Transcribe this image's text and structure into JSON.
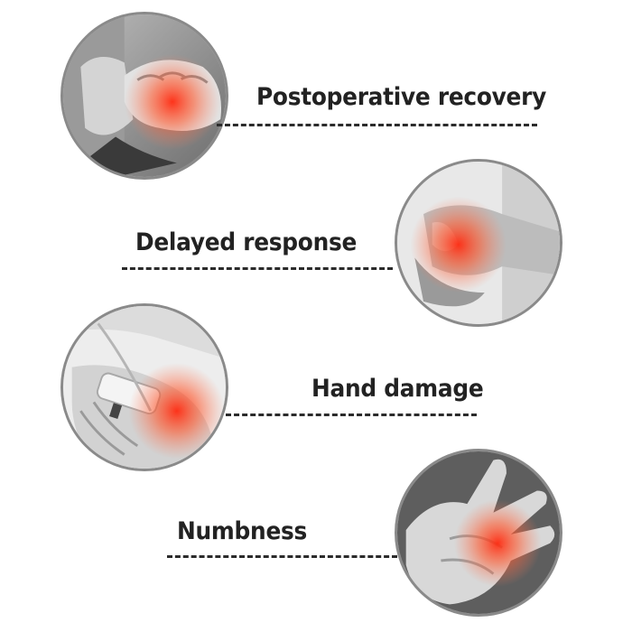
{
  "items": [
    {
      "label": "Postoperative recovery",
      "image_icon": "hand-grip-pain-icon"
    },
    {
      "label": "Delayed response",
      "image_icon": "wrist-pain-icon"
    },
    {
      "label": "Hand damage",
      "image_icon": "iv-hand-pain-icon"
    },
    {
      "label": "Numbness",
      "image_icon": "finger-pain-icon"
    }
  ],
  "colors": {
    "highlight": "#ff3b1f",
    "text": "#222222",
    "dash": "#2b2b2b",
    "circle_border": "#8a8a8a"
  }
}
